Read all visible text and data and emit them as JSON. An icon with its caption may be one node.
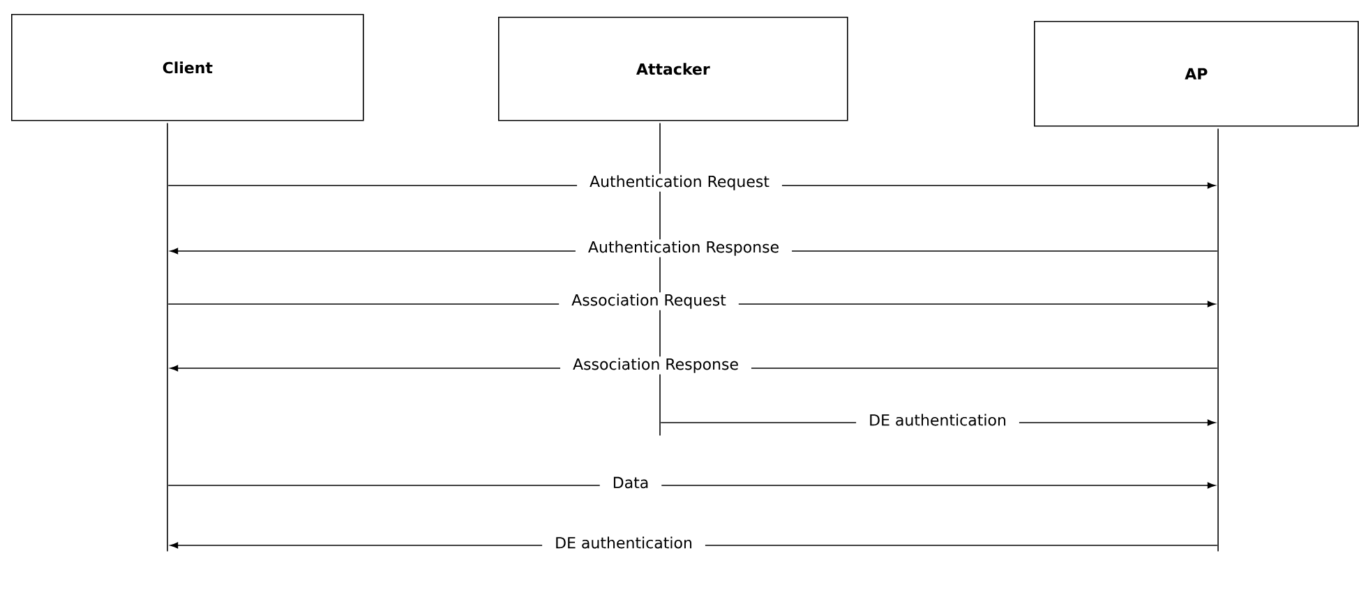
{
  "diagram": {
    "nodes": [
      {
        "text": [
          "Client"
        ]
      },
      {
        "text": [
          "Attacker"
        ]
      },
      {
        "text": [
          "AP"
        ]
      },
      {
        "text": [],
        "shape": "line"
      },
      {
        "text": [],
        "shape": "line"
      },
      {
        "text": [],
        "shape": "line"
      }
    ],
    "edges": [
      {
        "from": 3,
        "to": 5,
        "arrow": "to",
        "label": "Authentication Request"
      },
      {
        "from": 5,
        "to": 3,
        "arrow": "to",
        "label": "Authentication Response"
      },
      {
        "from": 3,
        "to": 5,
        "arrow": "to",
        "label": "Association Request"
      },
      {
        "from": 5,
        "to": 3,
        "arrow": "to",
        "label": "Association Response"
      },
      {
        "from": 4,
        "to": 5,
        "arrow": "to",
        "label": "DE authentication"
      },
      {
        "from": 3,
        "to": 5,
        "arrow": "to",
        "label": "Data"
      },
      {
        "from": 5,
        "to": 3,
        "arrow": "to",
        "label": "DE authentication"
      }
    ]
  }
}
